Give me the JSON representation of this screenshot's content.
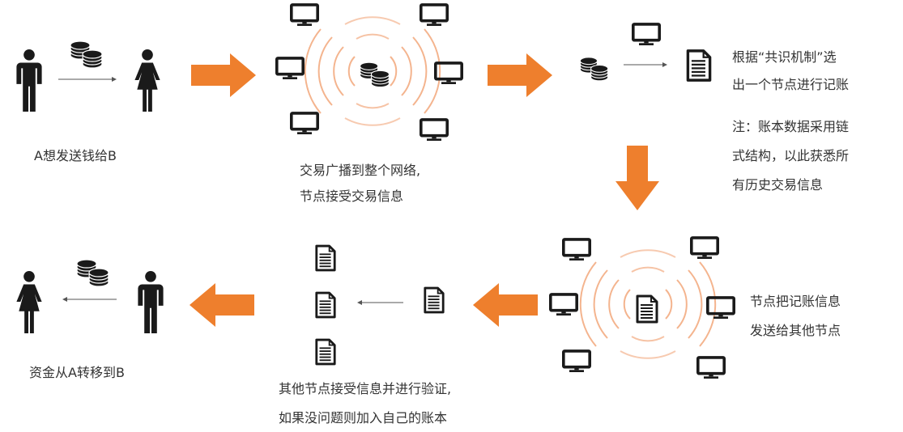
{
  "captions": {
    "step1": "A想发送钱给B",
    "step2_line1": "交易广播到整个网络,",
    "step2_line2": "节点接受交易信息",
    "step3_line1": "根据“共识机制”选",
    "step3_line2": "出一个节点进行记账",
    "step3_note1": "注：账本数据采用链",
    "step3_note2": "式结构，以此获悉所",
    "step3_note3": "有历史交易信息",
    "step4_line1": "节点把记账信息",
    "step4_line2": "发送给其他节点",
    "step5_line1": "其他节点接受信息并进行验证,",
    "step5_line2": "如果没问题则加入自己的账本",
    "step6": "资金从A转移到B"
  },
  "colors": {
    "accent_orange": "#ee7f2d",
    "icon_dark": "#1a1a1a",
    "wave": "#f4b48e"
  },
  "icons": {
    "person_male": "person-icon",
    "person_female": "person-female-icon",
    "coins": "coins-icon",
    "monitor": "monitor-icon",
    "document": "document-icon"
  }
}
